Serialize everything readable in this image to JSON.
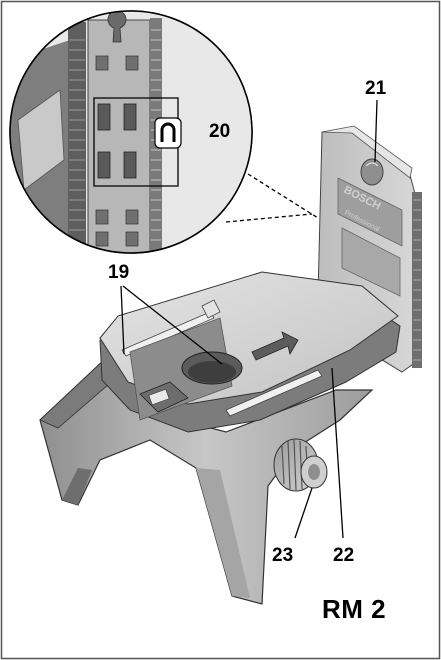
{
  "callouts": {
    "c19": "19",
    "c20": "20",
    "c21": "21",
    "c22": "22",
    "c23": "23"
  },
  "model_name": "RM 2",
  "brand_plate": {
    "brand": "BOSCH",
    "subtitle": "Professional"
  },
  "magnet_symbol": "magnet-icon",
  "colors": {
    "body_light": "#d9d9d9",
    "body_mid": "#b9b9b9",
    "body_dark": "#8a8a8a",
    "outline": "#000000",
    "frame": "#555555"
  }
}
